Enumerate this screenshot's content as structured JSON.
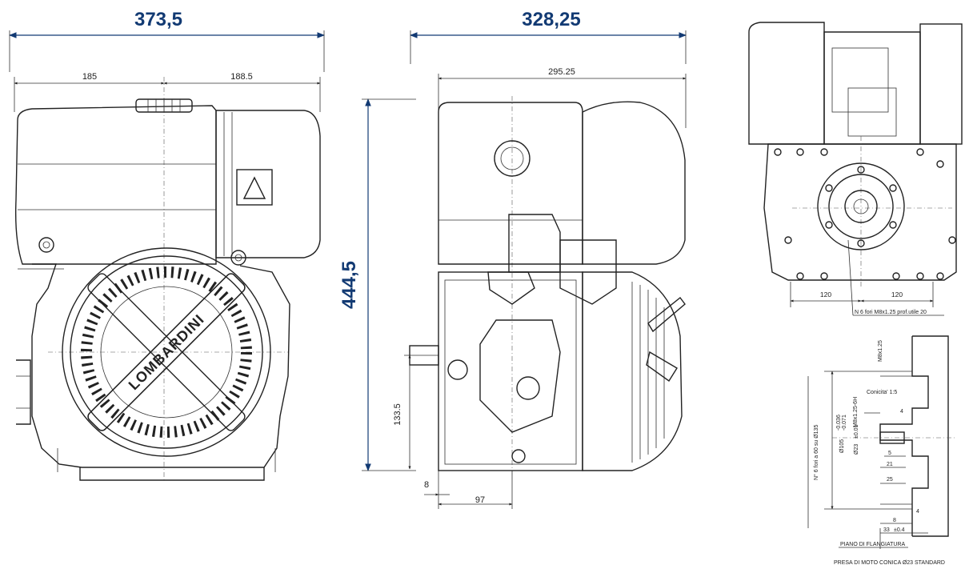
{
  "overall_dims": {
    "width_front": "373,5",
    "width_side": "328,25",
    "height": "444,5"
  },
  "front_view": {
    "dim_left": "185",
    "dim_right": "188.5",
    "brand": "LOMBARDINI"
  },
  "side_view": {
    "dim_top": "295.25",
    "dim_height": "133.5",
    "dim_offset": "8",
    "dim_width": "97"
  },
  "end_view": {
    "dim_left": "120",
    "dim_right": "120",
    "holes_note": "N 6 fori M8x1.25 prof.utile 20"
  },
  "shaft_detail": {
    "thread": "M8x1.25",
    "holes_label": "N° 6 fori a 60 su Ø135",
    "diam_105": "Ø105",
    "tol_105_upper": "-0.036",
    "tol_105_lower": "-0.071",
    "taper": "Conicita' 1:5",
    "inner_thread": "M8x1.25-6H",
    "diam_23": "Ø23",
    "tol_23": "±0.01",
    "d4a": "4",
    "d5": "5",
    "d21": "21",
    "d25": "25",
    "d4b": "4",
    "d8": "8",
    "d33": "33",
    "tol_33": "±0.4",
    "flange_plane": "PIANO DI FLANGIATURA",
    "footnote": "PRESA DI MOTO CONICA Ø23 STANDARD"
  },
  "colors": {
    "title_blue": "#123a73",
    "line": "#222222"
  }
}
